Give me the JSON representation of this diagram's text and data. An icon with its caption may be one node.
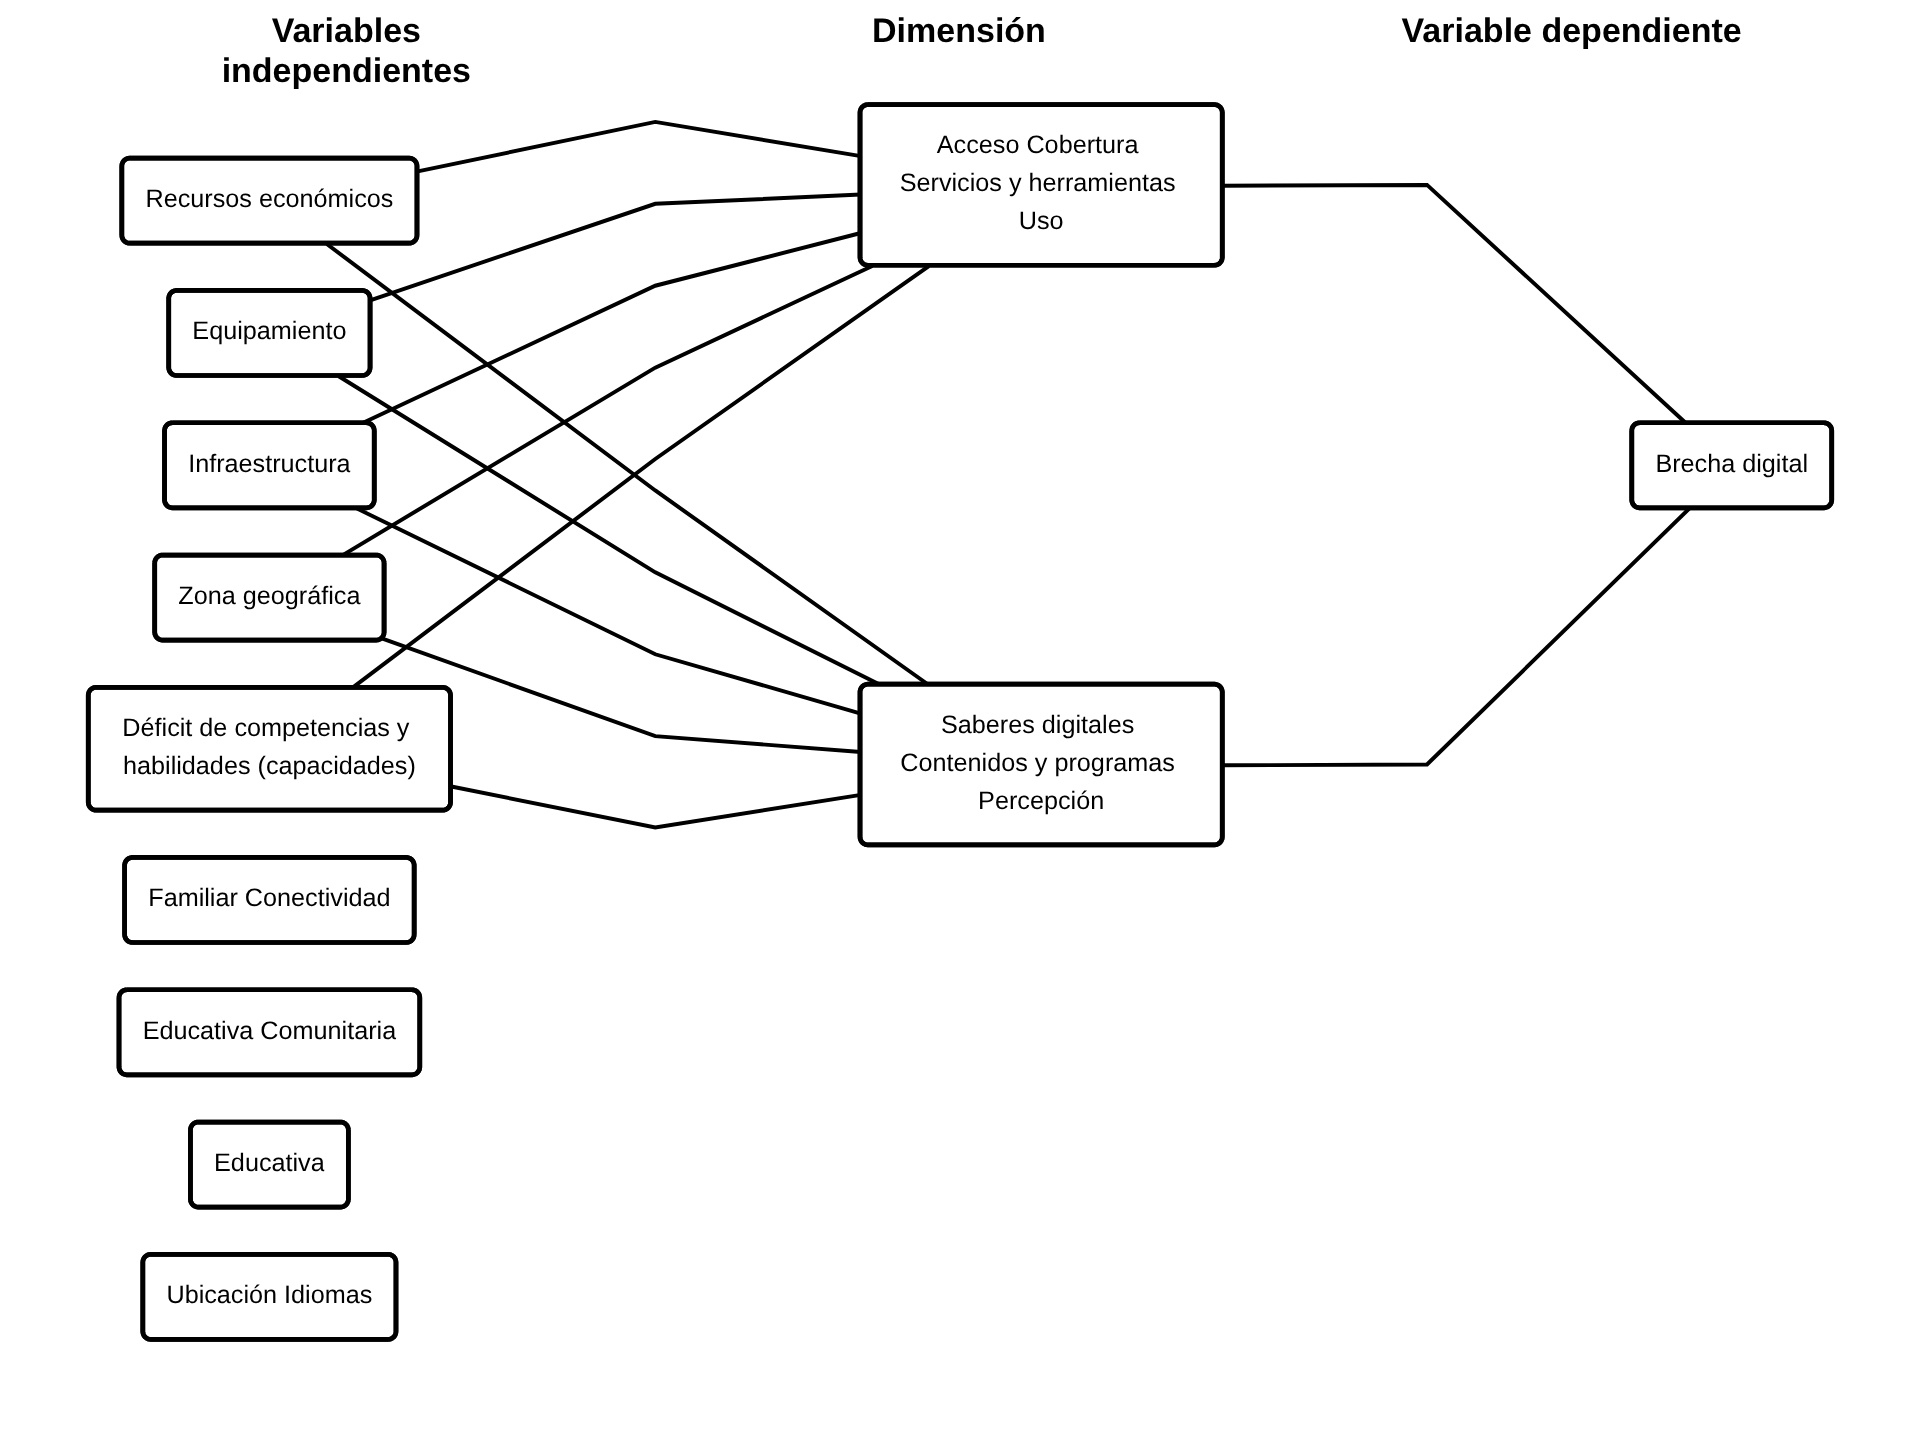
{
  "diagram": {
    "nodes": [
      {
        "text": [
          "Recursos económicos"
        ]
      },
      {
        "text": [
          "Equipamiento"
        ]
      },
      {
        "text": [
          "Infraestructura"
        ]
      },
      {
        "text": [
          "Zona geográfica"
        ]
      },
      {
        "text": [
          "Déficit de competencias y habilidades (capacidades)"
        ]
      },
      {
        "text": [
          "Acceso Cobertura Servicios y herramientas Uso"
        ]
      },
      {
        "text": [
          "Familiar Conectividad"
        ]
      },
      {
        "text": [
          "Educativa Comunitaria"
        ]
      },
      {
        "text": [
          "Educativa"
        ]
      },
      {
        "text": [
          "Ubicación Idiomas"
        ]
      },
      {
        "text": [
          "Saberes digitales Contenidos y programas Percepción"
        ]
      },
      {
        "text": [
          "Brecha digital"
        ]
      }
    ],
    "edges": [
      {
        "from": 0,
        "to": 5,
        "arrow": "none"
      },
      {
        "from": 0,
        "to": 10,
        "arrow": "none"
      },
      {
        "from": 1,
        "to": 5,
        "arrow": "none"
      },
      {
        "from": 1,
        "to": 10,
        "arrow": "none"
      },
      {
        "from": 2,
        "to": 5,
        "arrow": "none"
      },
      {
        "from": 2,
        "to": 10,
        "arrow": "none"
      },
      {
        "from": 3,
        "to": 5,
        "arrow": "none"
      },
      {
        "from": 3,
        "to": 10,
        "arrow": "none"
      },
      {
        "from": 4,
        "to": 5,
        "arrow": "none"
      },
      {
        "from": 4,
        "to": 10,
        "arrow": "none"
      },
      {
        "from": 5,
        "to": 11,
        "arrow": "none"
      },
      {
        "from": 10,
        "to": 11,
        "arrow": "none"
      }
    ],
    "labels": [
      "Variables independientes",
      "Dimensión",
      "Variable dependiente"
    ]
  }
}
